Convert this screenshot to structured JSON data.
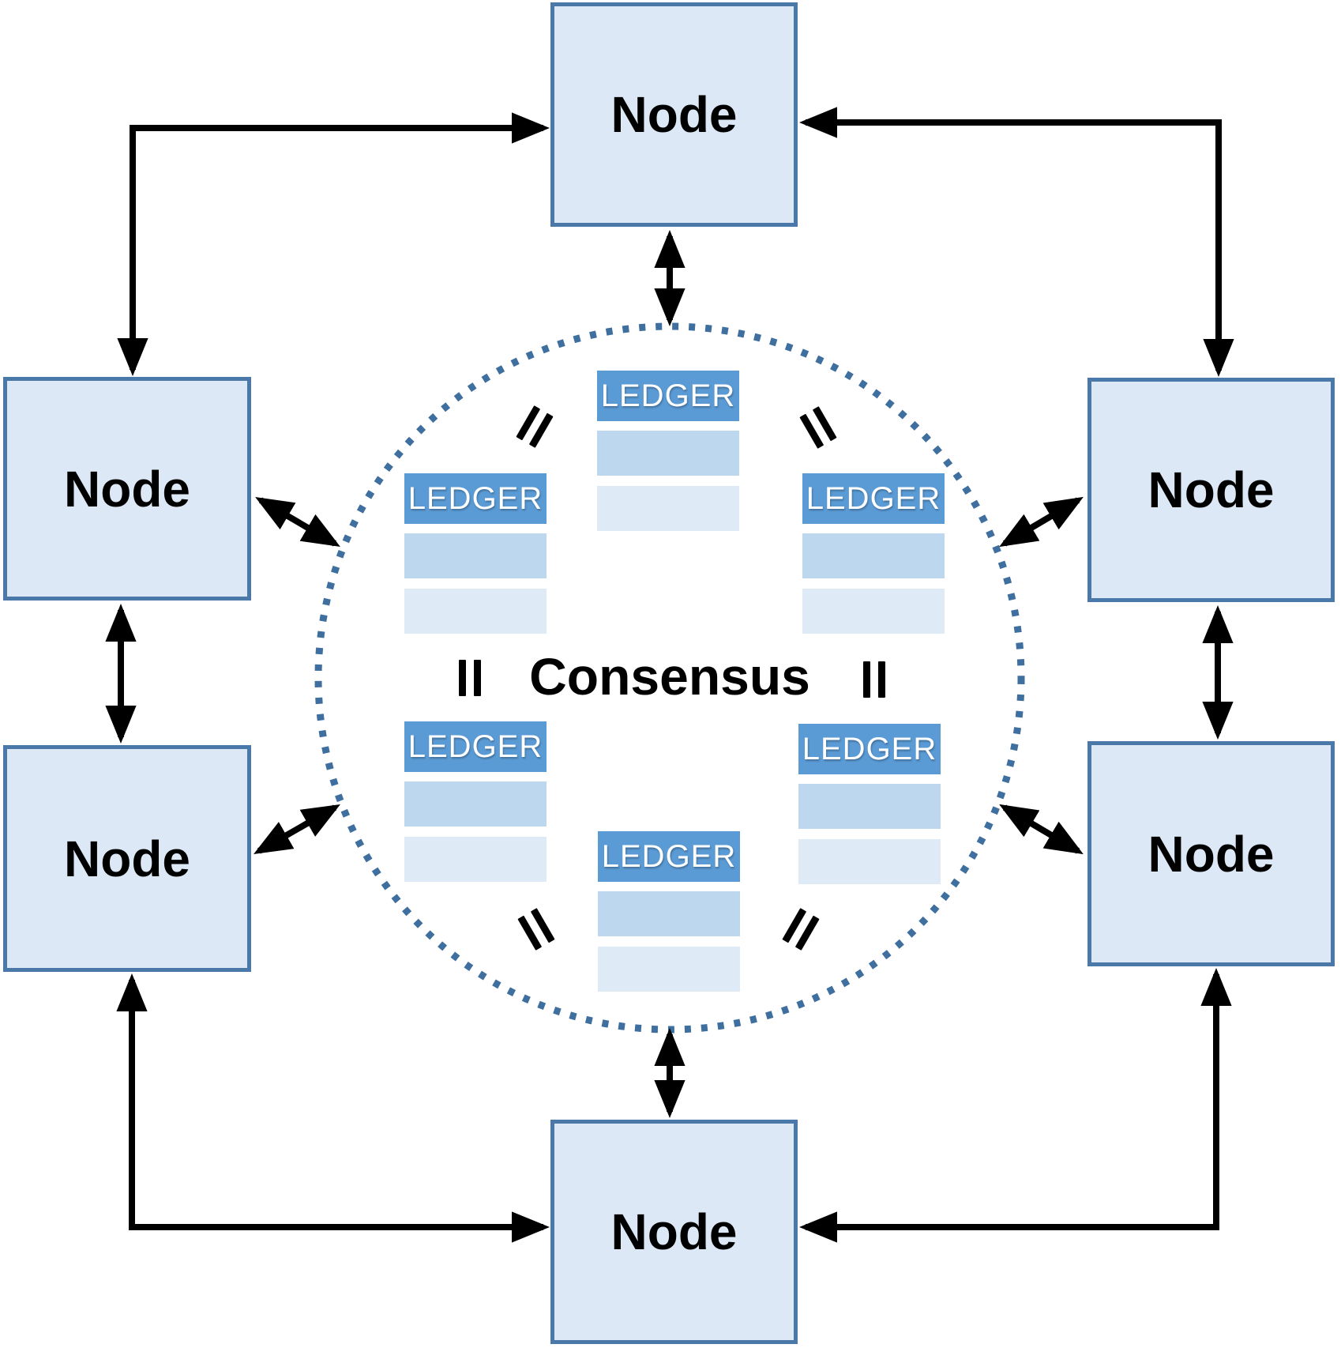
{
  "diagram": {
    "type": "peer-to-peer distributed ledger network",
    "consensus": {
      "label": "Consensus"
    },
    "nodes": [
      {
        "id": "top",
        "label": "Node"
      },
      {
        "id": "upper-left",
        "label": "Node"
      },
      {
        "id": "lower-left",
        "label": "Node"
      },
      {
        "id": "upper-right",
        "label": "Node"
      },
      {
        "id": "lower-right",
        "label": "Node"
      },
      {
        "id": "bottom",
        "label": "Node"
      }
    ],
    "ledgers": [
      {
        "id": "top-center",
        "label": "LEDGER",
        "rows": 2
      },
      {
        "id": "upper-left",
        "label": "LEDGER",
        "rows": 2
      },
      {
        "id": "upper-right",
        "label": "LEDGER",
        "rows": 2
      },
      {
        "id": "lower-left",
        "label": "LEDGER",
        "rows": 2
      },
      {
        "id": "lower-right",
        "label": "LEDGER",
        "rows": 2
      },
      {
        "id": "bottom-center",
        "label": "LEDGER",
        "rows": 2
      }
    ],
    "equality_marks": 6,
    "connections": {
      "perimeter": "bidirectional elbow arrows linking all six nodes in a ring",
      "radial": "bidirectional arrows linking each node to the consensus circle"
    },
    "colors": {
      "node_fill": "#dce8f5",
      "node_border": "#4a78a8",
      "ledger_header": "#5b9bd5",
      "ledger_row_light": "#bdd7ee",
      "ledger_row_lighter": "#deeaf6",
      "circle_dots": "#3f6f9f",
      "arrow": "#000000",
      "text": "#000000"
    }
  }
}
